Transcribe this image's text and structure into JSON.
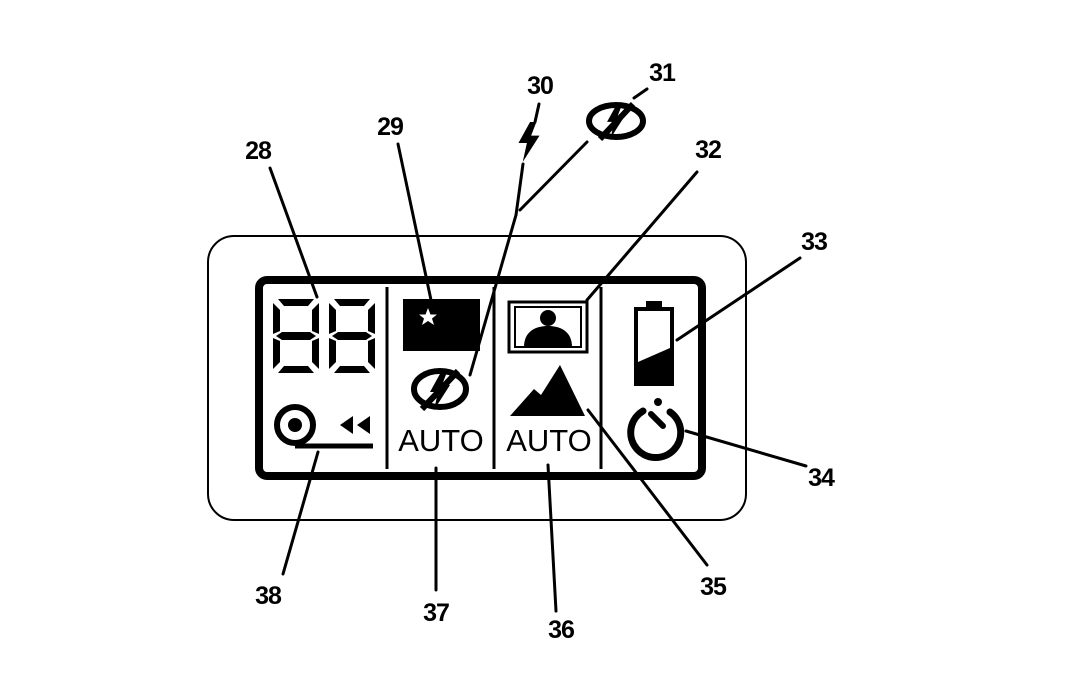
{
  "diagram": {
    "display": {
      "counter_icon": "seven-segment-88-icon",
      "night_mode_icon": "moon-star-icon",
      "flash_icon": "lightning-icon",
      "flash_off_icon": "flash-off-icon",
      "portrait_icon": "portrait-icon",
      "landscape_icon": "mountain-icon",
      "battery_icon": "battery-icon",
      "self_timer_icon": "self-timer-icon",
      "film_rewind_icon": "film-rewind-icon",
      "flash_auto_label": "AUTO",
      "focus_auto_label": "AUTO"
    },
    "callouts": [
      "28",
      "29",
      "30",
      "31",
      "32",
      "33",
      "34",
      "35",
      "36",
      "37",
      "38"
    ],
    "colors": {
      "ink": "#000000",
      "background": "#ffffff"
    }
  }
}
